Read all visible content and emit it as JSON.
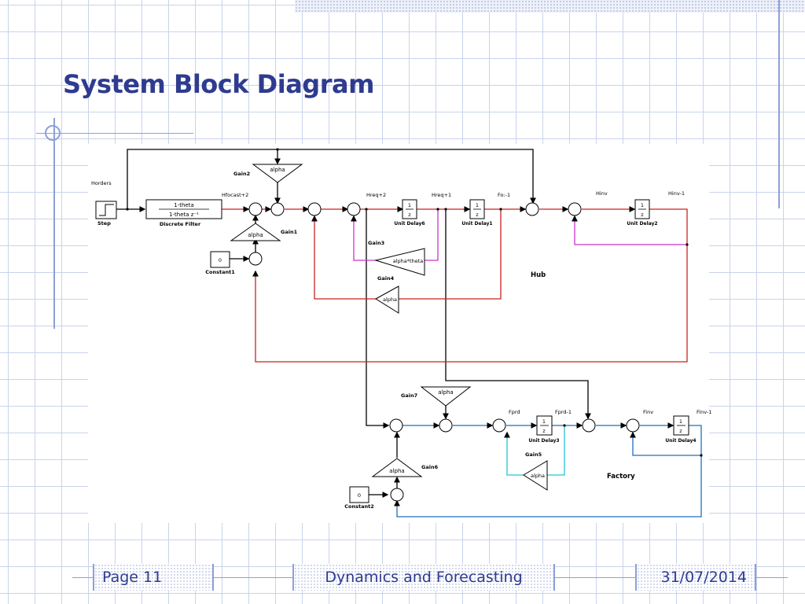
{
  "slide": {
    "title": "System Block Diagram"
  },
  "footer": {
    "page": "Page 11",
    "course": "Dynamics and Forecasting",
    "date": "31/07/2014"
  },
  "colors": {
    "title": "#2e3b8f",
    "rule": "#8ea0d6",
    "hub_signal": "#cc2222",
    "hub_feedback": "#cc33cc",
    "factory_signal": "#1f6fbf",
    "factory_feedback": "#22c6d6",
    "structure": "#000000"
  },
  "diagram": {
    "signal_labels": {
      "horders": "Horders",
      "hfocast": "Hfocast+2",
      "hreq2": "Hreq+2",
      "hreq1": "Hreq+1",
      "fo1": "Fo:-1",
      "hinv": "Hinv",
      "hinv1": "Hinv-1",
      "fprd": "Fprd",
      "fprd1": "Fprd-1",
      "finv": "Finv",
      "finv1": "Finv-1"
    },
    "sections": {
      "hub": "Hub",
      "factory": "Factory"
    },
    "blocks": {
      "step": "Step",
      "filter_num": "1-theta",
      "filter_den": "1-theta z⁻¹",
      "filter_name": "Discrete Filter",
      "gain2_name": "Gain2",
      "gain2_val": "alpha",
      "gain1_name": "Gain1",
      "gain1_val": "alpha",
      "gain3_name": "Gain3",
      "gain3_val": "alpha*theta",
      "gain4_name": "Gain4",
      "gain4_val": "alpha",
      "gain7_name": "Gain7",
      "gain7_val": "alpha",
      "gain5_name": "Gain5",
      "gain5_val": "alpha",
      "gain6_name": "Gain6",
      "gain6_val": "alpha",
      "const1_val": "0",
      "const1_name": "Constant1",
      "const2_val": "0",
      "const2_name": "Constant2",
      "ud_num": "1",
      "ud_den": "z",
      "ud6": "Unit Delay6",
      "ud1": "Unit Delay1",
      "ud2": "Unit Delay2",
      "ud3": "Unit Delay3",
      "ud4": "Unit Delay4"
    }
  }
}
